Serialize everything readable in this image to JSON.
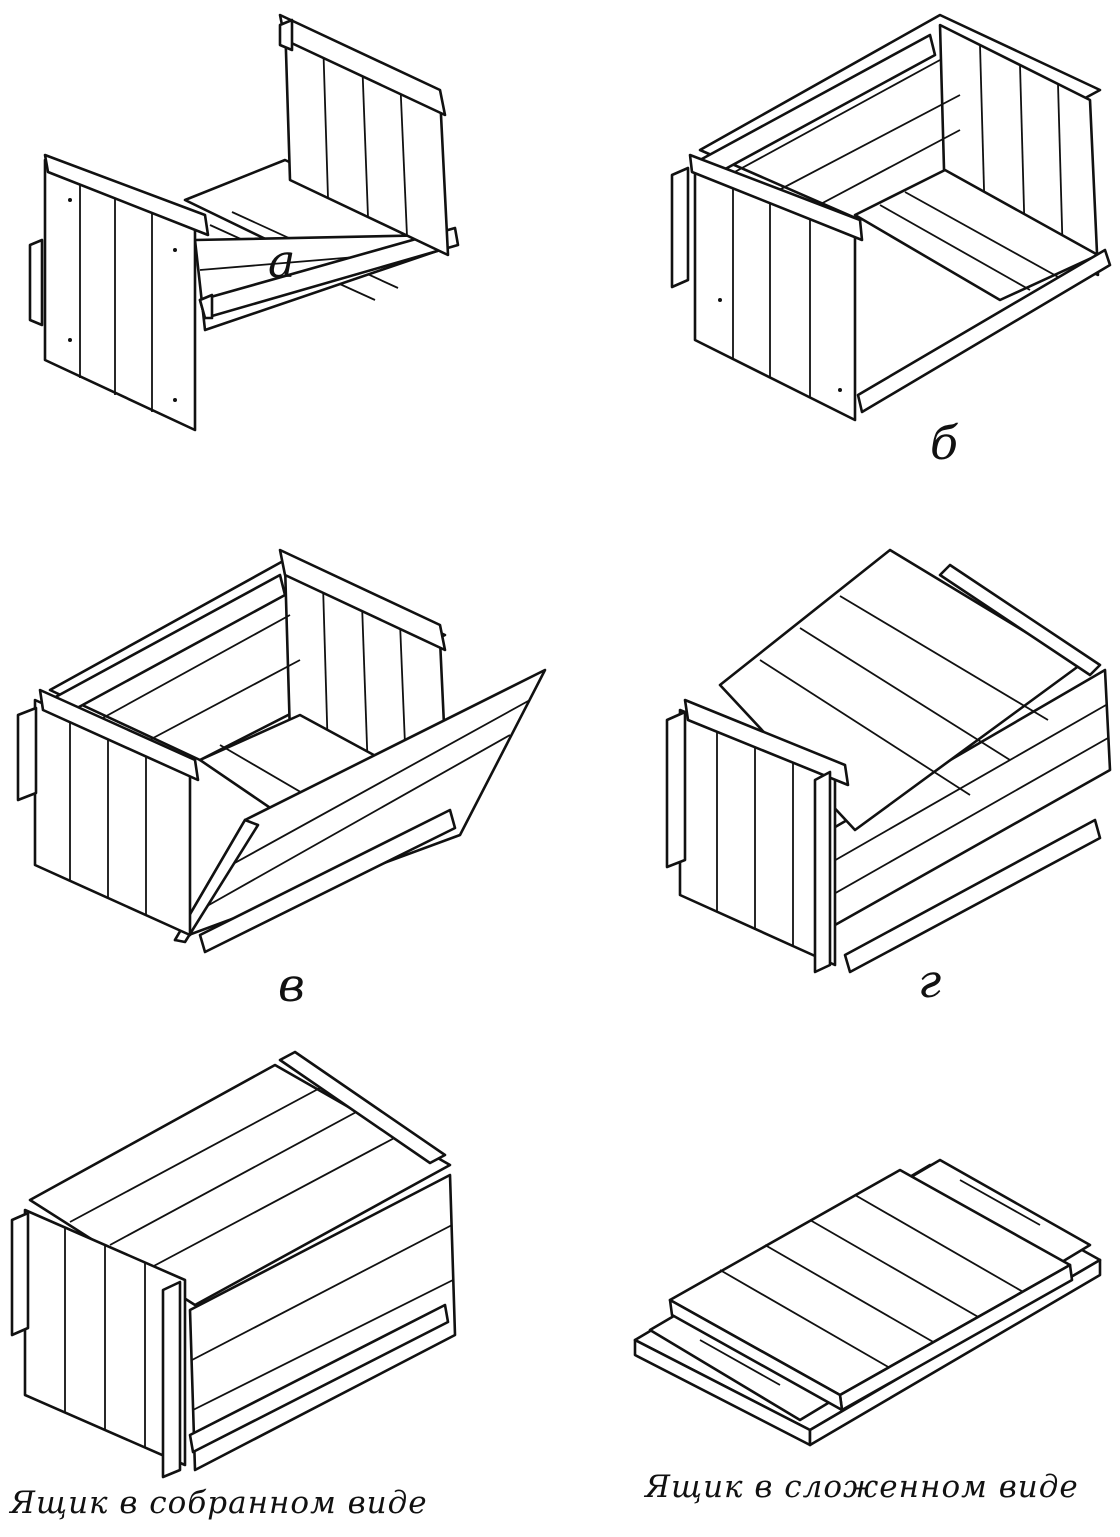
{
  "figure": {
    "labels": {
      "a": "а",
      "b": "б",
      "v": "в",
      "g": "г"
    },
    "captions": {
      "assembled": "Ящик в собранном виде",
      "folded": "Ящик в сложенном виде"
    },
    "colors": {
      "ink": "#111111",
      "paper": "#ffffff"
    }
  }
}
